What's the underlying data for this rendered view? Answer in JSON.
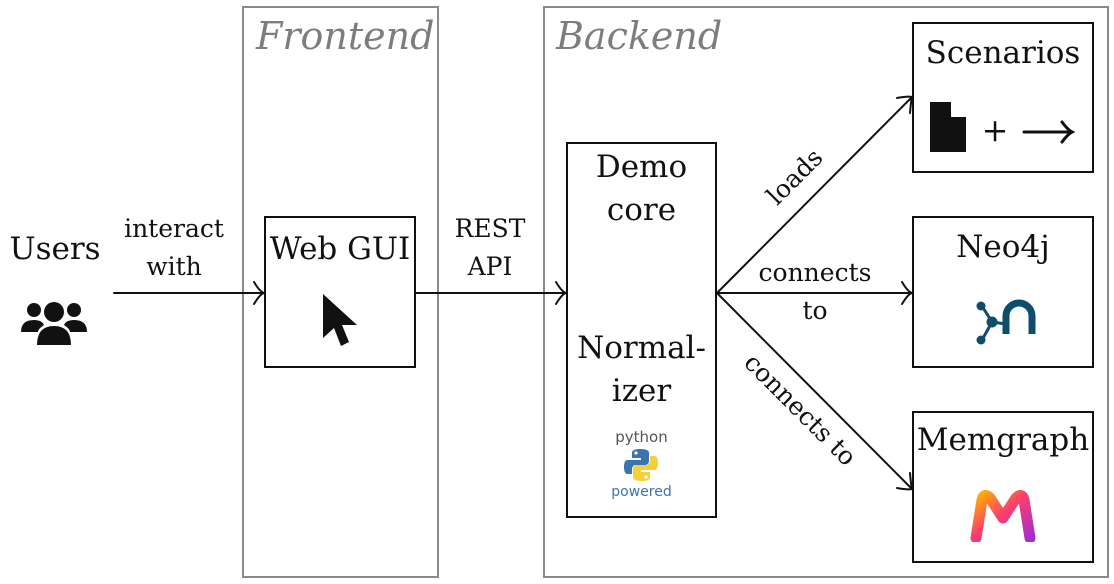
{
  "users": {
    "label": "Users",
    "icon": "users-group-icon"
  },
  "edges": {
    "interact_line1": "interact",
    "interact_line2": "with",
    "rest_line1": "REST",
    "rest_line2": "API",
    "loads": "loads",
    "connects_neo_line1": "connects",
    "connects_neo_line2": "to",
    "connects_mem": "connects to"
  },
  "frontend": {
    "title": "Frontend",
    "webgui_label": "Web GUI",
    "cursor_icon": "mouse-pointer-icon"
  },
  "backend": {
    "title": "Backend",
    "core_line1": "Demo",
    "core_line2": "core",
    "normalizer_line1": "Normal-",
    "normalizer_line2": "izer",
    "python_top": "python",
    "python_bottom": "powered"
  },
  "targets": {
    "scenarios": {
      "label": "Scenarios",
      "plus": "+",
      "icons": [
        "file-icon",
        "right-arrow-icon"
      ]
    },
    "neo4j": {
      "label": "Neo4j",
      "icon": "neo4j-logo-icon"
    },
    "memgraph": {
      "label": "Memgraph",
      "icon": "memgraph-logo-icon"
    }
  },
  "colors": {
    "panel_border": "#8a8a8a",
    "panel_title": "#7d7d7d",
    "neo4j": "#0e4d6e",
    "python_blue": "#3b74b1",
    "python_yellow": "#f6cf3a"
  }
}
